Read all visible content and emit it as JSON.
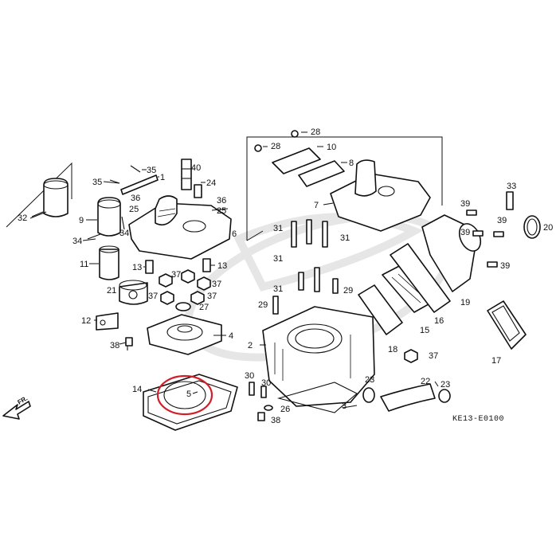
{
  "diagram": {
    "code": "KE13-E0100",
    "direction_label": "FR.",
    "highlight_color": "#d11f2a",
    "callouts": [
      {
        "id": "c32",
        "text": "32"
      },
      {
        "id": "c9",
        "text": "9"
      },
      {
        "id": "c34",
        "text": "34"
      },
      {
        "id": "c34b",
        "text": "34"
      },
      {
        "id": "c11",
        "text": "11"
      },
      {
        "id": "c12",
        "text": "12"
      },
      {
        "id": "c38a",
        "text": "38"
      },
      {
        "id": "c35a",
        "text": "35"
      },
      {
        "id": "c35b",
        "text": "35"
      },
      {
        "id": "c1",
        "text": "1"
      },
      {
        "id": "c40",
        "text": "40"
      },
      {
        "id": "c24",
        "text": "24"
      },
      {
        "id": "c36a",
        "text": "36"
      },
      {
        "id": "c36b",
        "text": "36"
      },
      {
        "id": "c25a",
        "text": "25"
      },
      {
        "id": "c25b",
        "text": "25"
      },
      {
        "id": "c6",
        "text": "6"
      },
      {
        "id": "c13a",
        "text": "13"
      },
      {
        "id": "c13b",
        "text": "13"
      },
      {
        "id": "c21",
        "text": "21"
      },
      {
        "id": "c37a",
        "text": "37"
      },
      {
        "id": "c37b",
        "text": "37"
      },
      {
        "id": "c37c",
        "text": "37"
      },
      {
        "id": "c37d",
        "text": "37"
      },
      {
        "id": "c27",
        "text": "27"
      },
      {
        "id": "c4",
        "text": "4"
      },
      {
        "id": "c14",
        "text": "14"
      },
      {
        "id": "c5",
        "text": "5"
      },
      {
        "id": "c28a",
        "text": "28"
      },
      {
        "id": "c28b",
        "text": "28"
      },
      {
        "id": "c10",
        "text": "10"
      },
      {
        "id": "c8",
        "text": "8"
      },
      {
        "id": "c7",
        "text": "7"
      },
      {
        "id": "c31a",
        "text": "31"
      },
      {
        "id": "c31b",
        "text": "31"
      },
      {
        "id": "c31c",
        "text": "31"
      },
      {
        "id": "c31d",
        "text": "31"
      },
      {
        "id": "c29a",
        "text": "29"
      },
      {
        "id": "c29b",
        "text": "29"
      },
      {
        "id": "c2",
        "text": "2"
      },
      {
        "id": "c30a",
        "text": "30"
      },
      {
        "id": "c30b",
        "text": "30"
      },
      {
        "id": "c26",
        "text": "26"
      },
      {
        "id": "c38b",
        "text": "38"
      },
      {
        "id": "c3",
        "text": "3"
      },
      {
        "id": "c37e",
        "text": "37"
      },
      {
        "id": "c18",
        "text": "18"
      },
      {
        "id": "c15",
        "text": "15"
      },
      {
        "id": "c16",
        "text": "16"
      },
      {
        "id": "c19",
        "text": "19"
      },
      {
        "id": "c39a",
        "text": "39"
      },
      {
        "id": "c39b",
        "text": "39"
      },
      {
        "id": "c39c",
        "text": "39"
      },
      {
        "id": "c39d",
        "text": "39"
      },
      {
        "id": "c33",
        "text": "33"
      },
      {
        "id": "c20",
        "text": "20"
      },
      {
        "id": "c17",
        "text": "17"
      },
      {
        "id": "c23a",
        "text": "23"
      },
      {
        "id": "c22",
        "text": "22"
      },
      {
        "id": "c23b",
        "text": "23"
      }
    ]
  }
}
